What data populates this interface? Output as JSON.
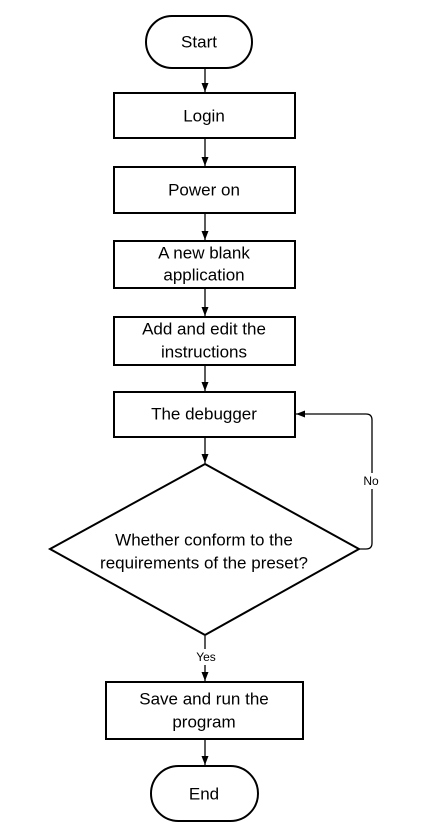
{
  "diagram": {
    "nodes": {
      "start": {
        "lines": [
          "Start"
        ]
      },
      "login": {
        "lines": [
          "Login"
        ]
      },
      "power_on": {
        "lines": [
          "Power on"
        ]
      },
      "new_app": {
        "lines": [
          "A new blank",
          "application"
        ]
      },
      "add_edit": {
        "lines": [
          "Add and edit the",
          "instructions"
        ]
      },
      "debugger": {
        "lines": [
          "The debugger"
        ]
      },
      "decision": {
        "lines": [
          "Whether conform to the",
          "requirements of the preset?"
        ]
      },
      "save_run": {
        "lines": [
          "Save and run the",
          "program"
        ]
      },
      "end": {
        "lines": [
          "End"
        ]
      }
    },
    "edges": {
      "no": {
        "label": "No"
      },
      "yes": {
        "label": "Yes"
      }
    }
  }
}
